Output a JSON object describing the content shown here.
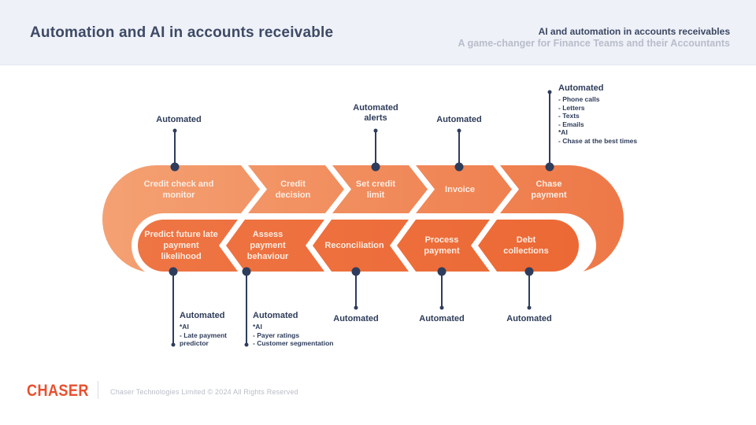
{
  "header": {
    "title": "Automation and AI in accounts receivable",
    "subtitle_bold": "AI and automation in accounts receivables",
    "subtitle_light": "A game-changer for Finance Teams and their Accountants"
  },
  "diagram": {
    "top_row": [
      "Credit check and monitor",
      "Credit decision",
      "Set credit limit",
      "Invoice",
      "Chase payment"
    ],
    "bottom_row": [
      "Predict future late payment likelihood",
      "Assess payment behaviour",
      "Reconciliation",
      "Process payment",
      "Debt collections"
    ],
    "callouts": {
      "credit_check": "Automated",
      "set_credit_limit": "Automated alerts",
      "invoice": "Automated",
      "chase_payment": {
        "title": "Automated",
        "items": [
          "- Phone calls",
          "- Letters",
          "- Texts",
          "- Emails",
          "*AI",
          "- Chase at the best times"
        ]
      },
      "predict_future": {
        "title": "Automated",
        "items": [
          "*AI",
          "- Late payment predictor"
        ]
      },
      "assess_payment": {
        "title": "Automated",
        "items": [
          "*AI",
          "- Payer ratings",
          "- Customer segmentation"
        ]
      },
      "reconciliation": "Automated",
      "process_payment": "Automated",
      "debt_collections": "Automated"
    },
    "colors": {
      "outer_gradient_start": "#F4A173",
      "outer_gradient_end": "#EE7847",
      "inner_gradient_start": "#EE7544",
      "inner_gradient_end": "#EC6935",
      "connector_navy": "#2F3D5C",
      "stage_text": "#FBEDE3"
    }
  },
  "footer": {
    "logo": "CHASER",
    "copyright": "Chaser Technologies Limited © 2024 All Rights Reserved"
  }
}
